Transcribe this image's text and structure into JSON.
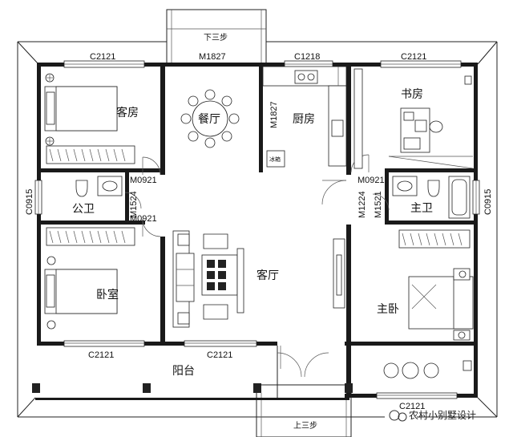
{
  "rooms": {
    "guest_room": "客房",
    "dining": "餐厅",
    "kitchen": "厨房",
    "study": "书房",
    "public_bath": "公卫",
    "master_bath": "主卫",
    "bedroom": "卧室",
    "living": "客厅",
    "master_bedroom": "主卧",
    "balcony": "阳台"
  },
  "windows": {
    "top_left": "C2121",
    "top_kitchen": "C1218",
    "top_right": "C2121",
    "left_side": "C0915",
    "right_side": "C0915",
    "bottom_left": "C2121",
    "bottom_mid": "C2121",
    "bottom_right": "C2121"
  },
  "doors": {
    "top_entry": "M1827",
    "kitchen": "M1827",
    "guest_door": "M0921",
    "public_bath_door": "M1524",
    "bedroom_door": "M0921",
    "study_door": "M0921",
    "master_bath_side": "M1224",
    "master_bath_door": "M1521"
  },
  "steps": {
    "top": "下三步",
    "bottom": "上三步"
  },
  "fixtures": {
    "fridge": "冰箱"
  },
  "watermark": "农村小别墅设计"
}
